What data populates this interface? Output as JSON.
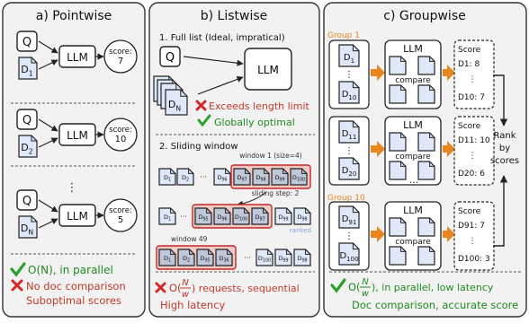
{
  "panels": {
    "a": {
      "title": "a) Pointwise",
      "groups": [
        {
          "q": "Q",
          "d": "D",
          "sub": "1",
          "llm": "LLM",
          "score_label": "score:",
          "score_value": "7"
        },
        {
          "q": "Q",
          "d": "D",
          "sub": "2",
          "llm": "LLM",
          "score_label": "score:",
          "score_value": "10"
        },
        {
          "q": "Q",
          "d": "D",
          "sub": "N",
          "llm": "LLM",
          "score_label": "score:",
          "score_value": "5"
        }
      ],
      "dots": "⋮",
      "pros": "O(N), in parallel",
      "cons": [
        "No doc comparison",
        "Suboptimal scores"
      ]
    },
    "b": {
      "title": "b) Listwise",
      "full_list": {
        "heading": "1. Full list (Ideal, impratical)",
        "q": "Q",
        "d": "D",
        "sub": "N",
        "llm": "LLM",
        "cons": "Exceeds length limit",
        "pros": "Globally optimal"
      },
      "sliding": {
        "heading": "2. Sliding window",
        "window1_label": "window 1 (size=4)",
        "step_label": "sliding step: 2",
        "ranked_label": "ranked",
        "window49_label": "window 49",
        "ellipsis": "···",
        "row1": {
          "left": [
            "D1",
            "D2",
            "D96"
          ],
          "window": [
            "D97",
            "D98",
            "D99",
            "D100"
          ]
        },
        "row2": {
          "left": [
            "D1"
          ],
          "window": [
            "D95",
            "D96",
            "D100",
            "D97"
          ],
          "ranked": [
            "D99",
            "D98"
          ]
        },
        "row3": {
          "window": [
            "D1",
            "D2",
            "D95",
            "D36"
          ],
          "ranked": [
            "D100",
            "D99",
            "D98"
          ]
        }
      },
      "complexity_prefix": "O(",
      "complexity_num": "N",
      "complexity_den": "w",
      "complexity_suffix": ") requests, sequential",
      "latency": "High latency"
    },
    "c": {
      "title": "c) Groupwise",
      "group1_label": "Group 1",
      "group10_label": "Group 10",
      "llm": "LLM",
      "compare": "compare",
      "score_header": "Score",
      "rows": [
        {
          "top": "D1",
          "bottom": "D10",
          "s1": "D1: 8",
          "s2": "D10: 7"
        },
        {
          "top": "D11",
          "bottom": "D20",
          "s1": "D11: 10",
          "s2": "D20: 6"
        },
        {
          "top": "D91",
          "bottom": "D100",
          "s1": "D91: 7",
          "s2": "D100: 3"
        }
      ],
      "rank_label": [
        "Rank",
        "by",
        "scores"
      ],
      "complexity_prefix": "O(",
      "complexity_num": "N",
      "complexity_den": "w",
      "complexity_suffix": "), in parallel, low latency",
      "pros": "Doc comparison, accurate score"
    }
  },
  "colors": {
    "check": "#2ca02c",
    "cross": "#d62728",
    "orange": "#e8871e",
    "red_text": "#c0392b",
    "green_text": "#1e8a1e",
    "doc_fill": "#dfe8f8",
    "window_fill": "#f3c9c4",
    "window_border": "#c62828"
  }
}
